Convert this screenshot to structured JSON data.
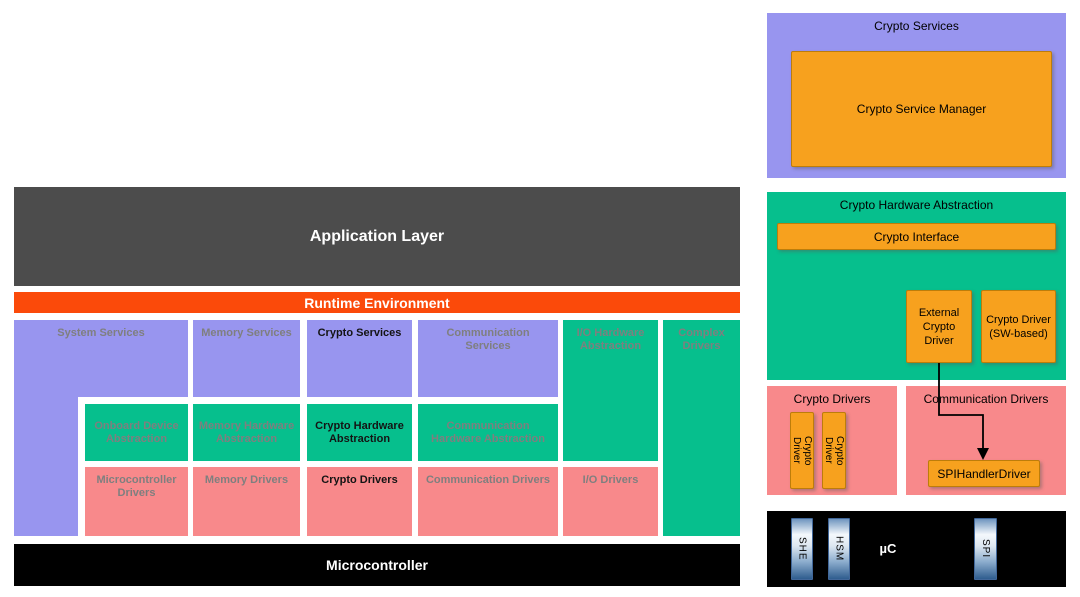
{
  "colors": {
    "services_purple": "#9895EF",
    "abstraction_green": "#06BF8D",
    "drivers_pink": "#F8898B",
    "box_orange": "#F7A11E",
    "box_orange_border": "#BD7D0A",
    "runtime_orange": "#FB4A0A",
    "application_gray": "#4C4C4C",
    "microcontroller_black": "#000000",
    "muted_label_gray": "#7F7F7F",
    "module_chip_blue": "#2F5D8E"
  },
  "left": {
    "application_layer": "Application Layer",
    "runtime_environment": "Runtime Environment",
    "microcontroller": "Microcontroller",
    "services_row": [
      {
        "label": "System Services"
      },
      {
        "label": "Memory Services"
      },
      {
        "label": "Crypto Services"
      },
      {
        "label": "Communication Services"
      }
    ],
    "io_hw_abstraction": "I/O Hardware Abstraction",
    "complex_drivers": "Complex Drivers",
    "abstraction_row": [
      {
        "label": "Onboard Device Abstraction"
      },
      {
        "label": "Memory Hardware Abstraction"
      },
      {
        "label": "Crypto Hardware Abstraction"
      },
      {
        "label": "Communication Hardware Abstraction"
      }
    ],
    "drivers_row": [
      {
        "label": "Microcontroller Drivers"
      },
      {
        "label": "Memory Drivers"
      },
      {
        "label": "Crypto Drivers"
      },
      {
        "label": "Communication Drivers"
      },
      {
        "label": "I/O Drivers"
      }
    ]
  },
  "right": {
    "crypto_services": {
      "title": "Crypto Services",
      "manager": "Crypto Service Manager"
    },
    "crypto_hw_abstraction": {
      "title": "Crypto Hardware Abstraction",
      "interface": "Crypto Interface",
      "external_driver": "External Crypto Driver",
      "sw_driver": "Crypto Driver (SW-based)"
    },
    "crypto_drivers": {
      "title": "Crypto Drivers",
      "driver_1": "Crypto Driver",
      "driver_2": "Crypto Driver"
    },
    "communication_drivers": {
      "title": "Communication Drivers",
      "spi_handler": "SPIHandlerDriver"
    },
    "microcontroller": {
      "label": "µC",
      "module_1": "SHE",
      "module_2": "HSM",
      "module_3": "SPI"
    }
  }
}
